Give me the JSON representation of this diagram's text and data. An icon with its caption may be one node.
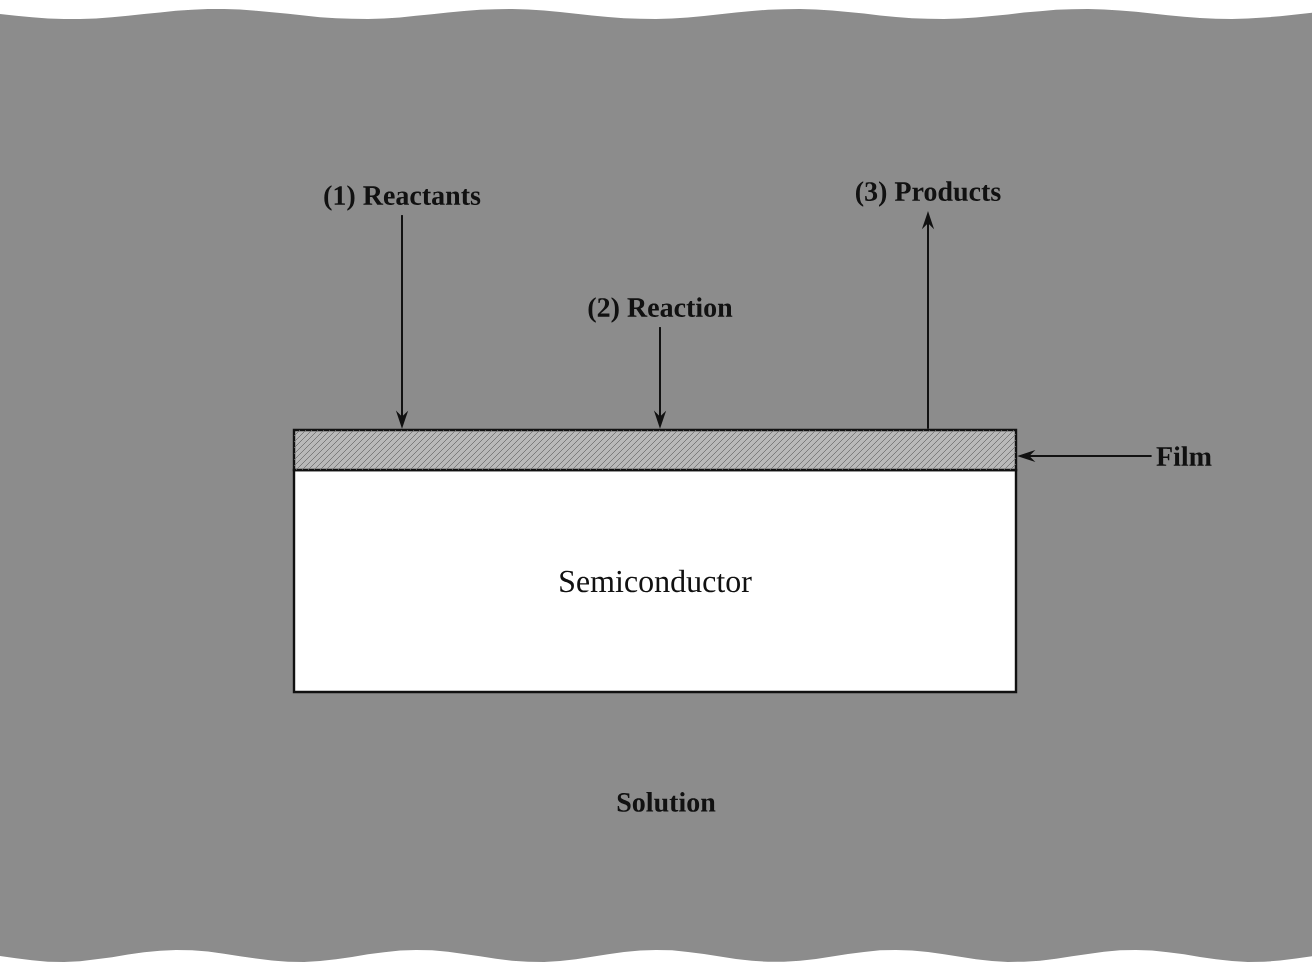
{
  "diagram": {
    "nodes": [
      {
        "text": [
          "Solution"
        ]
      },
      {
        "text": [
          "(1) Reactants"
        ],
        "in": 0
      },
      {
        "text": [
          "(2) Reaction"
        ],
        "in": 0
      },
      {
        "text": [
          "(3) Products"
        ],
        "in": 0
      },
      {
        "text": [],
        "shape": "bar",
        "in": 0
      },
      {
        "text": [
          "Semiconductor"
        ],
        "in": 0
      },
      {
        "text": [
          "Film"
        ],
        "in": 0
      }
    ],
    "edges": [
      {
        "from": 1,
        "to": 4,
        "arrow": "to"
      },
      {
        "from": 2,
        "to": 4,
        "arrow": "to"
      },
      {
        "from": 4,
        "to": 3,
        "arrow": "to"
      },
      {
        "from": 6,
        "to": 4,
        "arrow": "to"
      }
    ]
  }
}
